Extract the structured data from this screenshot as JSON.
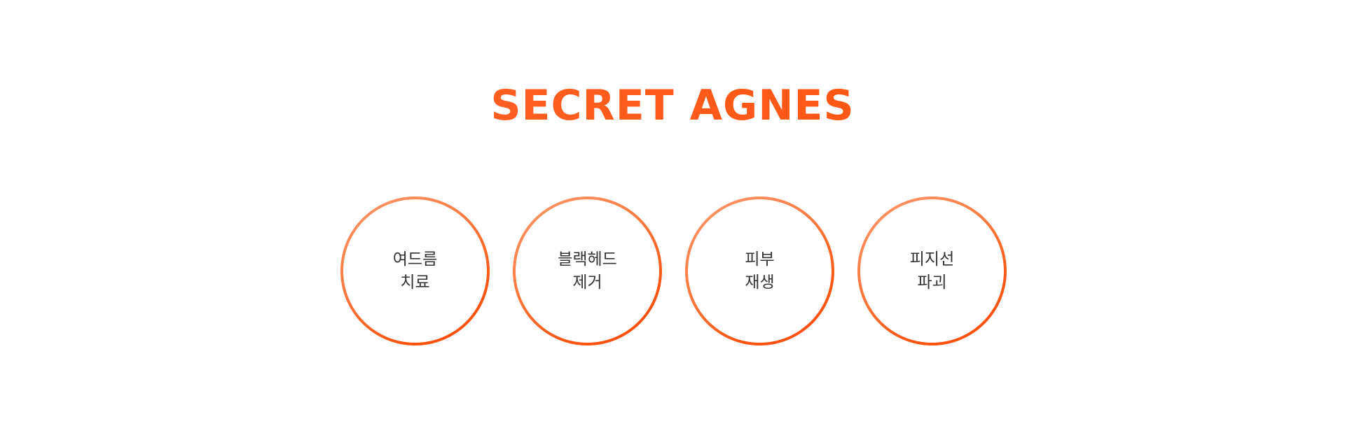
{
  "header": {
    "title": "SECRET AGNES"
  },
  "services": [
    {
      "line1": "여드름",
      "line2": "치료"
    },
    {
      "line1": "블랙헤드",
      "line2": "제거"
    },
    {
      "line1": "피부",
      "line2": "재생"
    },
    {
      "line1": "피지선",
      "line2": "파괴"
    }
  ],
  "colors": {
    "accent": "#ff5a1a",
    "accent_light": "#ff9a6e",
    "text": "#333333",
    "background": "#ffffff"
  }
}
